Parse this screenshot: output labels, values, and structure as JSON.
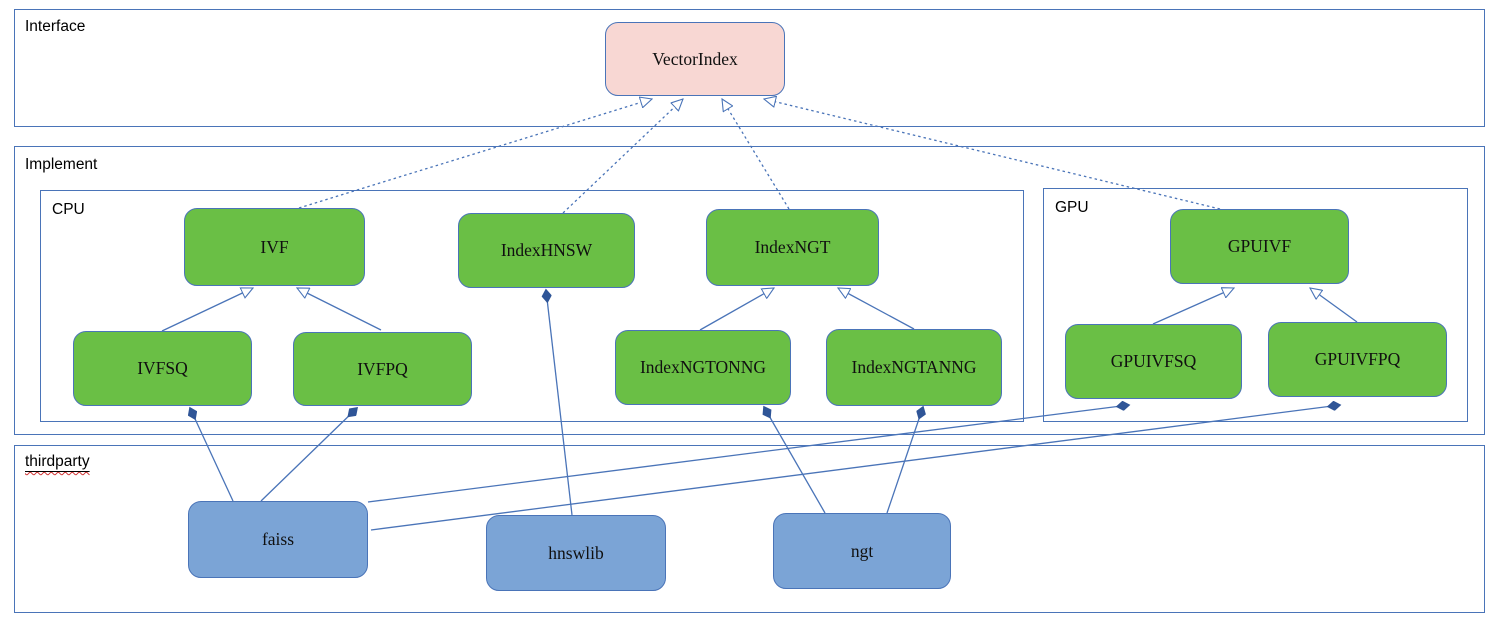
{
  "diagram": {
    "containers": [
      {
        "id": "interface",
        "label": "Interface"
      },
      {
        "id": "implement",
        "label": "Implement"
      },
      {
        "id": "cpu",
        "label": "CPU"
      },
      {
        "id": "gpu",
        "label": "GPU"
      },
      {
        "id": "thirdparty",
        "label": "thirdparty",
        "spellcheck_squiggle": true
      }
    ],
    "nodes": [
      {
        "id": "vectorindex",
        "label": "VectorIndex",
        "group": "interface",
        "role": "interface-class"
      },
      {
        "id": "ivf",
        "label": "IVF",
        "group": "cpu",
        "role": "implementation-class"
      },
      {
        "id": "indexhnsw",
        "label": "IndexHNSW",
        "group": "cpu",
        "role": "implementation-class"
      },
      {
        "id": "indexngt",
        "label": "IndexNGT",
        "group": "cpu",
        "role": "implementation-class"
      },
      {
        "id": "ivfsq",
        "label": "IVFSQ",
        "group": "cpu",
        "role": "implementation-class"
      },
      {
        "id": "ivfpq",
        "label": "IVFPQ",
        "group": "cpu",
        "role": "implementation-class"
      },
      {
        "id": "indexngtonng",
        "label": "IndexNGTONNG",
        "group": "cpu",
        "role": "implementation-class"
      },
      {
        "id": "indexngtanng",
        "label": "IndexNGTANNG",
        "group": "cpu",
        "role": "implementation-class"
      },
      {
        "id": "gpuivf",
        "label": "GPUIVF",
        "group": "gpu",
        "role": "implementation-class"
      },
      {
        "id": "gpuivfsq",
        "label": "GPUIVFSQ",
        "group": "gpu",
        "role": "implementation-class"
      },
      {
        "id": "gpuivfpq",
        "label": "GPUIVFPQ",
        "group": "gpu",
        "role": "implementation-class"
      },
      {
        "id": "faiss",
        "label": "faiss",
        "group": "thirdparty",
        "role": "library"
      },
      {
        "id": "hnswlib",
        "label": "hnswlib",
        "group": "thirdparty",
        "role": "library"
      },
      {
        "id": "ngt",
        "label": "ngt",
        "group": "thirdparty",
        "role": "library"
      }
    ],
    "edges": [
      {
        "from": "IVF",
        "to": "VectorIndex",
        "type": "realization",
        "style": "dashed-hollow-arrow"
      },
      {
        "from": "IndexHNSW",
        "to": "VectorIndex",
        "type": "realization",
        "style": "dashed-hollow-arrow"
      },
      {
        "from": "IndexNGT",
        "to": "VectorIndex",
        "type": "realization",
        "style": "dashed-hollow-arrow"
      },
      {
        "from": "GPUIVF",
        "to": "VectorIndex",
        "type": "realization",
        "style": "dashed-hollow-arrow"
      },
      {
        "from": "IVFSQ",
        "to": "IVF",
        "type": "inheritance",
        "style": "solid-hollow-arrow"
      },
      {
        "from": "IVFPQ",
        "to": "IVF",
        "type": "inheritance",
        "style": "solid-hollow-arrow"
      },
      {
        "from": "IndexNGTONNG",
        "to": "IndexNGT",
        "type": "inheritance",
        "style": "solid-hollow-arrow"
      },
      {
        "from": "IndexNGTANNG",
        "to": "IndexNGT",
        "type": "inheritance",
        "style": "solid-hollow-arrow"
      },
      {
        "from": "GPUIVFSQ",
        "to": "GPUIVF",
        "type": "inheritance",
        "style": "solid-hollow-arrow"
      },
      {
        "from": "GPUIVFPQ",
        "to": "GPUIVF",
        "type": "inheritance",
        "style": "solid-hollow-arrow"
      },
      {
        "from": "faiss",
        "to": "IVFSQ",
        "type": "composition",
        "style": "solid-filled-diamond"
      },
      {
        "from": "faiss",
        "to": "IVFPQ",
        "type": "composition",
        "style": "solid-filled-diamond"
      },
      {
        "from": "faiss",
        "to": "GPUIVFSQ",
        "type": "composition",
        "style": "solid-filled-diamond"
      },
      {
        "from": "faiss",
        "to": "GPUIVFPQ",
        "type": "composition",
        "style": "solid-filled-diamond"
      },
      {
        "from": "hnswlib",
        "to": "IndexHNSW",
        "type": "composition",
        "style": "solid-filled-diamond"
      },
      {
        "from": "ngt",
        "to": "IndexNGTONNG",
        "type": "composition",
        "style": "solid-filled-diamond"
      },
      {
        "from": "ngt",
        "to": "IndexNGTANNG",
        "type": "composition",
        "style": "solid-filled-diamond"
      }
    ],
    "colors": {
      "pink_fill": "#f8d7d3",
      "green_fill": "#6abf45",
      "blue_fill": "#7ba4d6",
      "line": "#4a74b8",
      "border": "#4a74b8",
      "diamond_fill": "#2f5597",
      "squiggle": "#d03030"
    }
  }
}
